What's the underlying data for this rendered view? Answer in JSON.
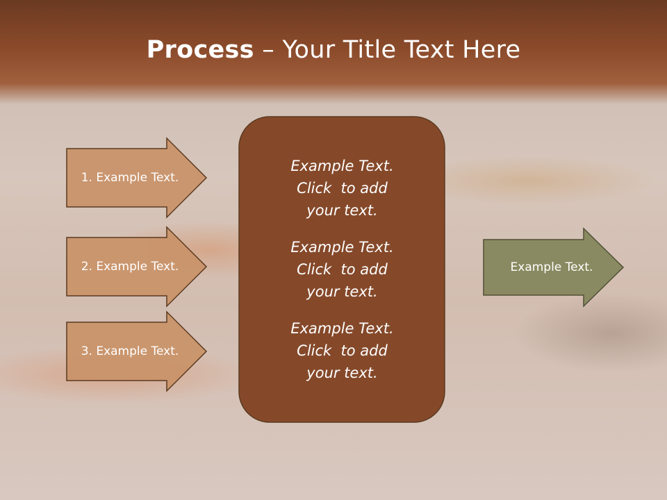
{
  "title": {
    "bold": "Process",
    "rest": " – Your Title Text Here"
  },
  "colors": {
    "left_arrow_fill": "#c9946a",
    "center_box_fill": "#85492a",
    "right_arrow_fill": "#8a8a62",
    "outline": "#5a3a20"
  },
  "left_arrows": [
    {
      "label": "1. Example Text."
    },
    {
      "label": "2. Example Text."
    },
    {
      "label": "3. Example Text."
    }
  ],
  "center_box": {
    "blocks": [
      {
        "lines": [
          "Example Text.",
          "Click  to add",
          "your text."
        ]
      },
      {
        "lines": [
          "Example Text.",
          "Click  to add",
          "your text."
        ]
      },
      {
        "lines": [
          "Example Text.",
          "Click  to add",
          "your text."
        ]
      }
    ]
  },
  "right_arrow": {
    "label": "Example Text."
  }
}
